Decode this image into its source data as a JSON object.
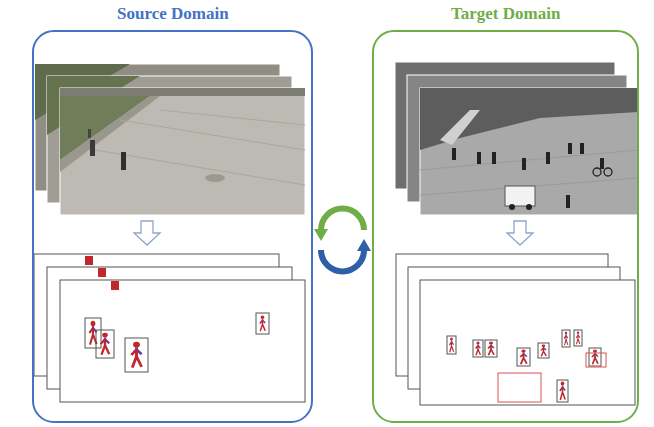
{
  "diagram": {
    "nodes": [
      {
        "text": [
          "Source Domain"
        ]
      },
      {
        "text": [
          "Target Domain"
        ]
      }
    ],
    "edges": [
      {
        "from": 0,
        "to": 1,
        "arrow": "both"
      }
    ]
  }
}
